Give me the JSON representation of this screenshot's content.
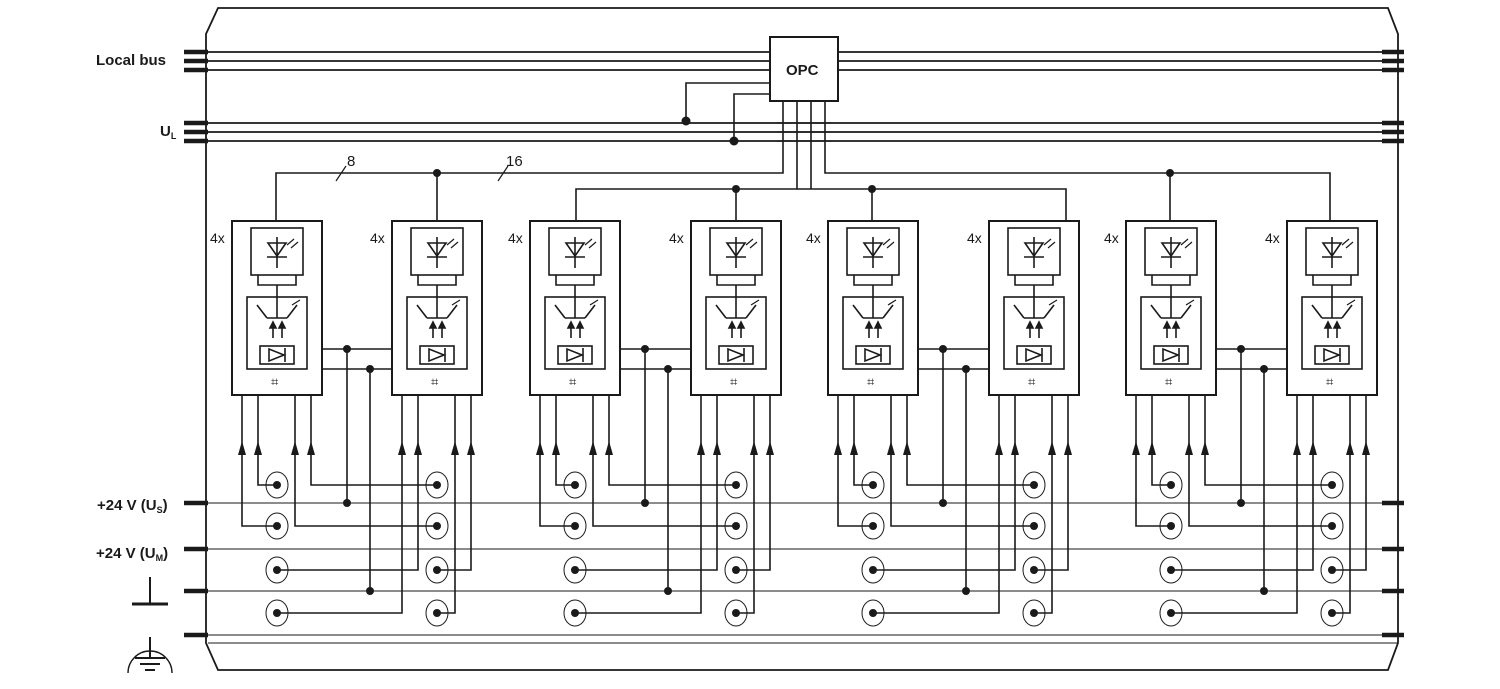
{
  "labels": {
    "local_bus": "Local bus",
    "ul_main": "U",
    "ul_sub": "L",
    "opc": "OPC",
    "us_main": "+24 V (U",
    "us_sub": "S",
    "us_close": ")",
    "um_main": "+24 V (U",
    "um_sub": "M",
    "um_close": ")",
    "bus_width_a": "8",
    "bus_width_b": "16",
    "channel_count": "4x",
    "isolation_mark": "⌗"
  },
  "modules": [
    {
      "id": "m1",
      "channels": "4x"
    },
    {
      "id": "m2",
      "channels": "4x"
    },
    {
      "id": "m3",
      "channels": "4x"
    },
    {
      "id": "m4",
      "channels": "4x"
    },
    {
      "id": "m5",
      "channels": "4x"
    },
    {
      "id": "m6",
      "channels": "4x"
    },
    {
      "id": "m7",
      "channels": "4x"
    },
    {
      "id": "m8",
      "channels": "4x"
    }
  ],
  "colors": {
    "line": "#1a1a1a",
    "background": "#ffffff",
    "frame": "#222222"
  }
}
